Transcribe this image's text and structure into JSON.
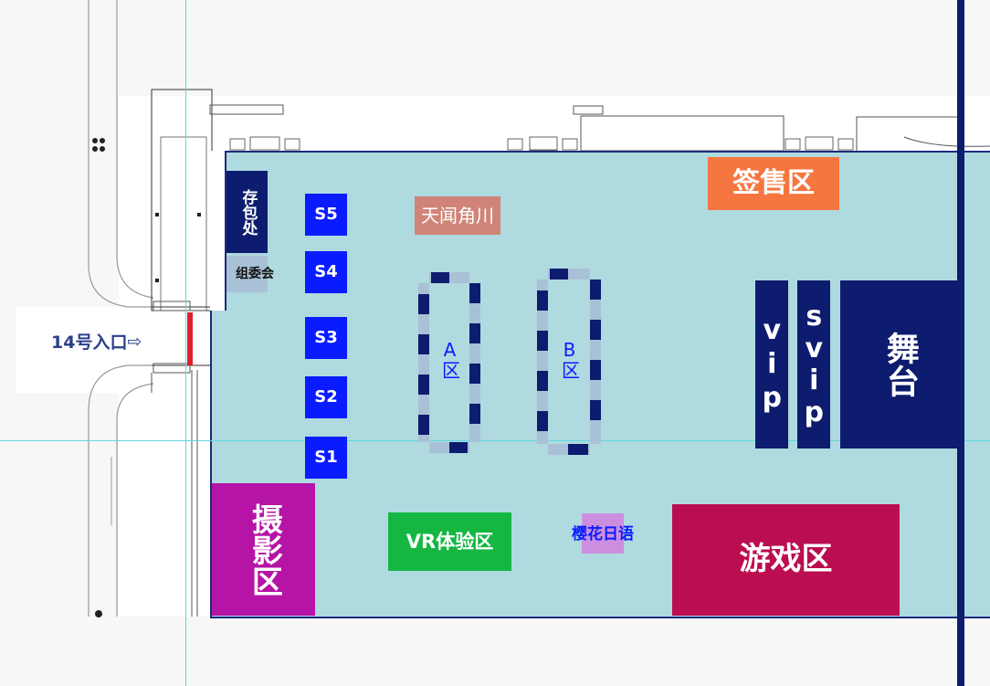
{
  "map": {
    "entrance_label": "14号入口",
    "entrance_arrow": "⇨",
    "zones": {
      "ticket": "签售区",
      "stage": "舞台",
      "vip": "vip",
      "svip": "svip",
      "storage": "存包处",
      "committee": "组委会",
      "photo": "摄影区",
      "vr": "VR体验区",
      "game": "游戏区",
      "tianwen": "天闻角川",
      "sakura": "樱花日语",
      "area_a": "A区",
      "area_b": "B区"
    },
    "booths": [
      "S5",
      "S4",
      "S3",
      "S2",
      "S1"
    ]
  },
  "colors": {
    "hall_fill": "#afdadf",
    "hall_border": "#1b2a80",
    "navy": "#0d1c6e",
    "booth_blue": "#0a1cff",
    "ticket_orange": "#f6763f",
    "photo_magenta": "#b514a6",
    "vr_green": "#15b742",
    "game_crimson": "#bb0e50",
    "tianwen_salmon": "#d08477",
    "sakura_lilac": "#cc8fe0",
    "entrance_red": "#e0202a"
  }
}
